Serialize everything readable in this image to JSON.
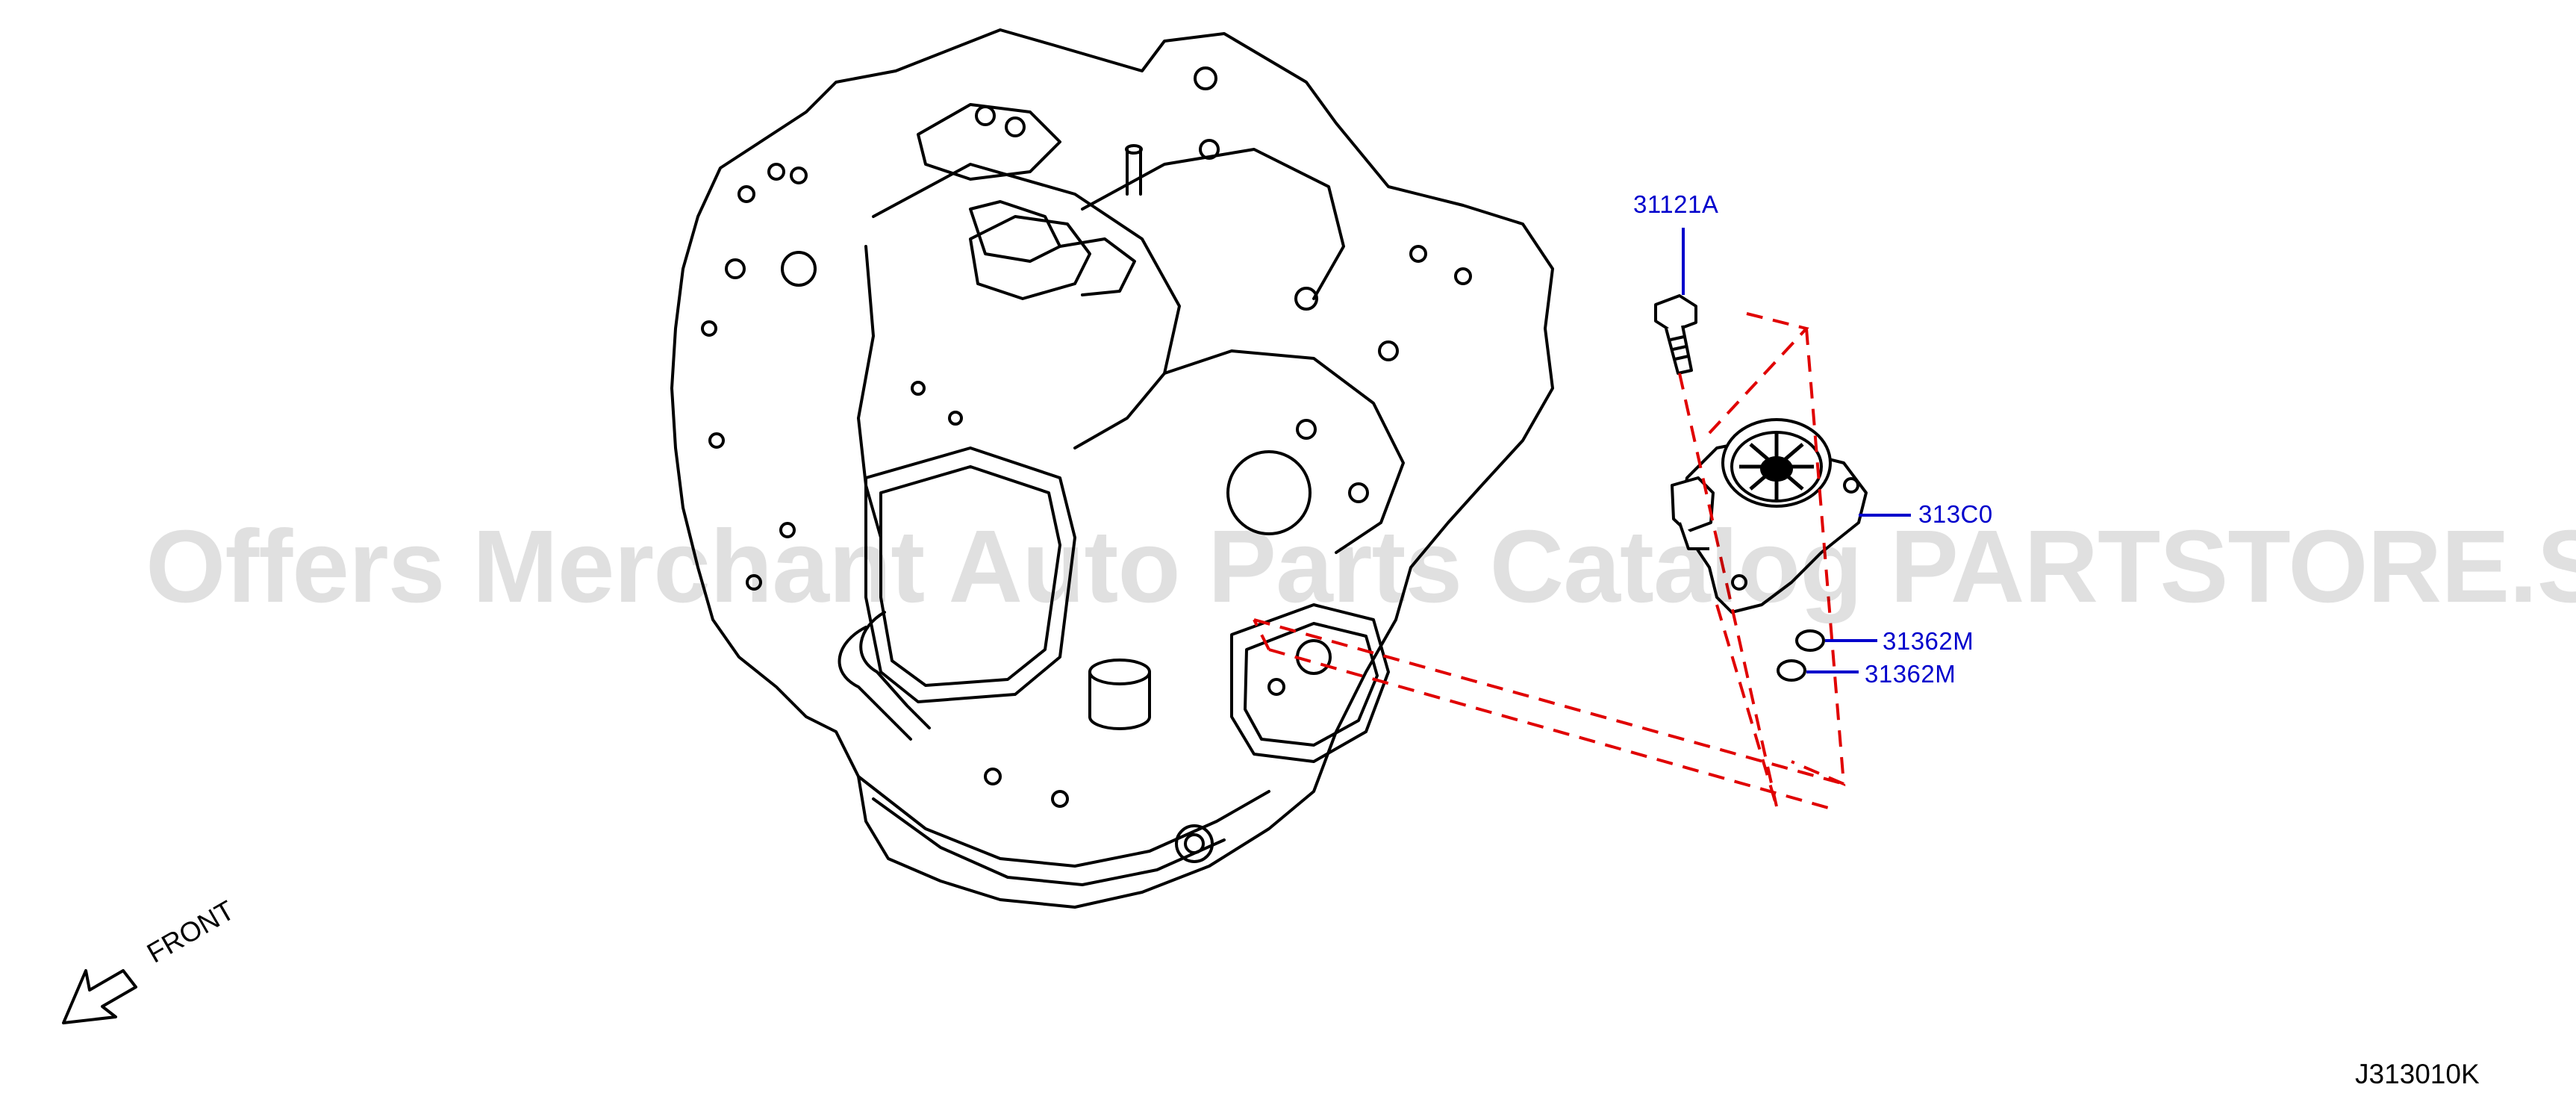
{
  "diagram": {
    "figure_code": "J313010K",
    "orientation": {
      "label": "FRONT",
      "icon": "front-arrow-icon"
    },
    "watermark": "Offers Merchant Auto Parts Catalog PARTSTORE.SA",
    "colors": {
      "linework": "#000000",
      "callout": "#0000cc",
      "guide": "#e00000"
    },
    "callouts": [
      {
        "part_number": "31121A",
        "part": "bolt"
      },
      {
        "part_number": "313C0",
        "part": "solenoid valve / pump unit"
      },
      {
        "part_number": "31362M",
        "part": "o-ring (upper)"
      },
      {
        "part_number": "31362M",
        "part": "o-ring (lower)"
      }
    ]
  }
}
